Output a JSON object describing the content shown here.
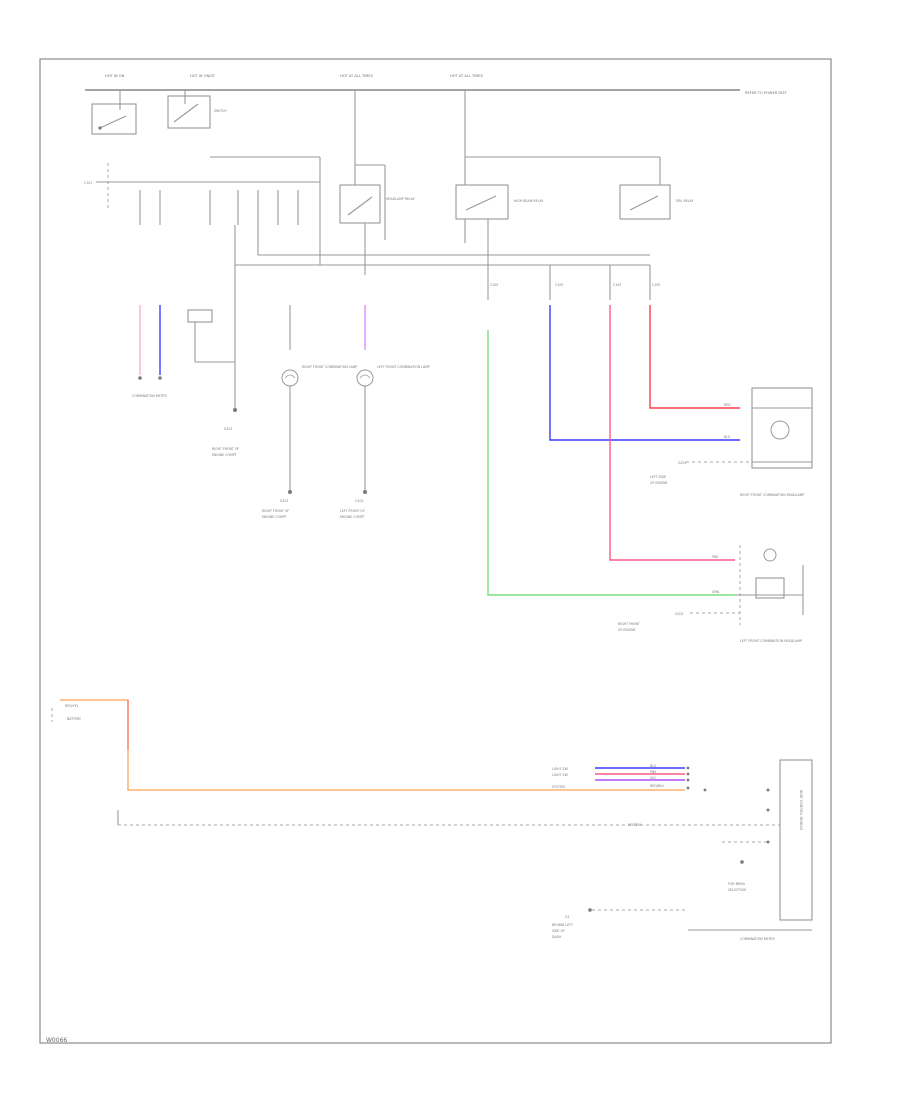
{
  "diagram_code": "W0066",
  "colors": {
    "wire_red": "#ff3b4e",
    "wire_blue": "#3a3aff",
    "wire_green": "#7ddf7d",
    "wire_pink": "#ff5c86",
    "wire_orange": "#ffb070",
    "wire_violet": "#e08cff",
    "frame": "#8c8c8c"
  },
  "icons": [
    "ground-dot-icon",
    "fuse-icon",
    "relay-switch-icon",
    "lamp-icon",
    "connector-icon"
  ],
  "labels": {
    "top": [
      {
        "id": "fuse-1",
        "text": "HOT IN ON"
      },
      {
        "id": "fuse-2",
        "text": "HOT IN ON/ST"
      },
      {
        "id": "fuse-3",
        "text": "HOT AT ALL TIMES"
      },
      {
        "id": "fuse-4",
        "text": "HOT AT ALL TIMES"
      },
      {
        "id": "right-note",
        "text": "REFER TO POWER DIST"
      }
    ],
    "relays": [
      {
        "id": "relay-a",
        "text": "HEADLAMP RELAY"
      },
      {
        "id": "relay-b",
        "text": "HIGH BEAM RELAY"
      },
      {
        "id": "relay-c",
        "text": "DRL RELAY"
      }
    ],
    "components": [
      {
        "id": "comp-combo",
        "text": "COMBINATION SWITCH"
      },
      {
        "id": "comp-rh-front",
        "text": "RIGHT FRONT COMBINATION LAMP"
      },
      {
        "id": "comp-lh-front",
        "text": "LEFT FRONT COMBINATION LAMP"
      },
      {
        "id": "comp-rh-hl",
        "text": "RIGHT FRONT COMBINATION HEADLAMP"
      },
      {
        "id": "comp-lh-hl",
        "text": "LEFT FRONT COMBINATION HEADLAMP"
      },
      {
        "id": "comp-ecm",
        "text": "BODY CONTROL MODULE"
      },
      {
        "id": "comp-meter",
        "text": "COMBINATION METER"
      },
      {
        "id": "comp-battery",
        "text": "BATTERY"
      }
    ],
    "wires": [
      {
        "id": "w1",
        "text": "RED/BLU"
      },
      {
        "id": "w2",
        "text": "BLU"
      },
      {
        "id": "w3",
        "text": "GRN"
      },
      {
        "id": "w4",
        "text": "PNK"
      },
      {
        "id": "w5",
        "text": "RED/YEL"
      },
      {
        "id": "w6",
        "text": "VIO"
      }
    ],
    "grounds": [
      {
        "id": "g1",
        "text": "G101"
      },
      {
        "id": "g2",
        "text": "G102"
      },
      {
        "id": "g3",
        "text": "G201"
      }
    ]
  }
}
